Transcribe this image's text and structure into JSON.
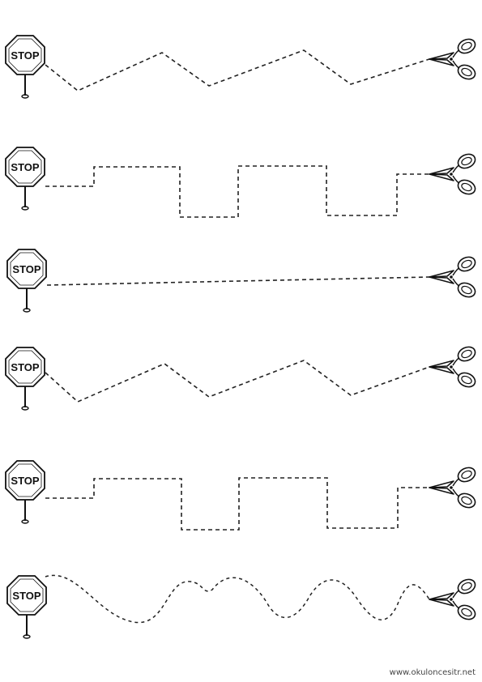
{
  "worksheet": {
    "stop_label": "STOP",
    "footer_url": "www.okuloncesitr.net",
    "colors": {
      "ink": "#111111",
      "dash": "#222222",
      "background": "#ffffff"
    },
    "icons": {
      "start": "stop-sign-icon",
      "end": "scissors-icon"
    },
    "rows": [
      {
        "path_style": "zigzag"
      },
      {
        "path_style": "square-wave"
      },
      {
        "path_style": "straight"
      },
      {
        "path_style": "zigzag"
      },
      {
        "path_style": "square-wave"
      },
      {
        "path_style": "curvy-wave"
      }
    ]
  }
}
